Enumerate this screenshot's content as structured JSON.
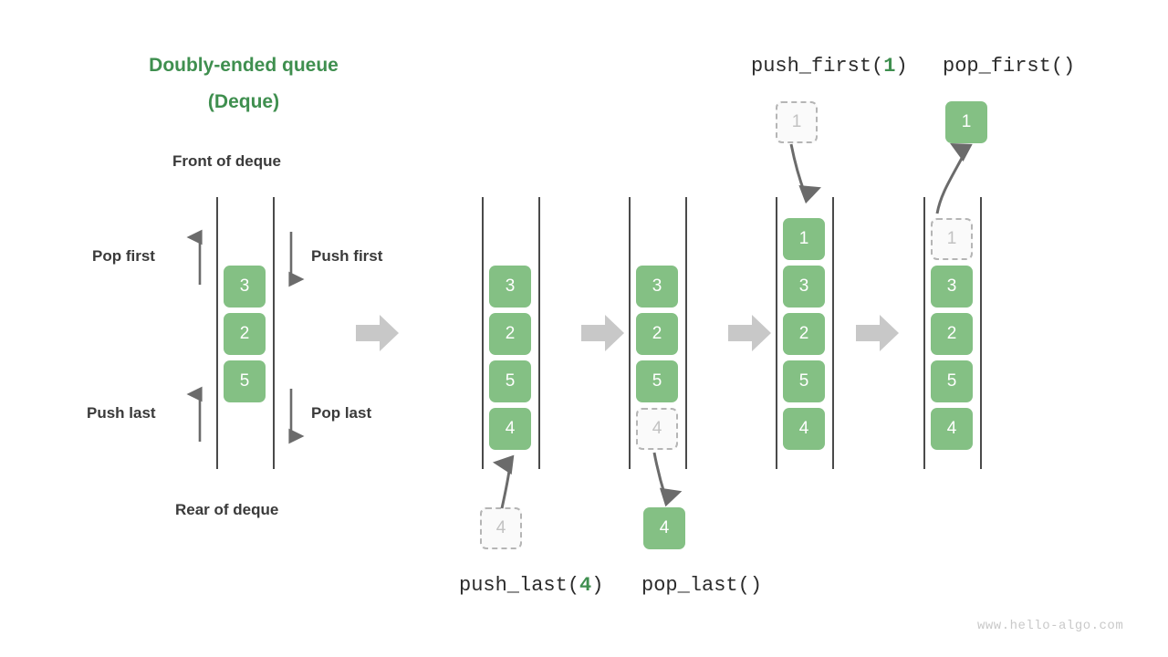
{
  "diagram": {
    "title_line1": "Doubly-ended queue",
    "title_line2": "(Deque)",
    "front_label": "Front of deque",
    "rear_label": "Rear of deque",
    "watermark": "www.hello-algo.com",
    "accent_green": "#84c084",
    "title_green": "#3f8f4f",
    "ghost_border": "#b5b5b5",
    "rail_color": "#4a4a4a",
    "block_arrow_color": "#c8c8c8",
    "thin_arrow_color": "#6b6b6b"
  },
  "side_labels": {
    "pop_first": "Pop first",
    "push_first": "Push first",
    "push_last": "Push last",
    "pop_last": "Pop last"
  },
  "operations": {
    "push_first": {
      "name": "push_first(",
      "arg": "1",
      "close": ")"
    },
    "pop_first": {
      "name": "pop_first()"
    },
    "push_last": {
      "name": "push_last(",
      "arg": "4",
      "close": ")"
    },
    "pop_last": {
      "name": "pop_last()"
    }
  },
  "panels": [
    {
      "id": "panel-initial",
      "cells": [
        "3",
        "2",
        "5"
      ],
      "ghost": null
    },
    {
      "id": "panel-push-last-before",
      "cells": [
        "3",
        "2",
        "5",
        "4"
      ],
      "incoming_ghost": "4"
    },
    {
      "id": "panel-pop-last",
      "cells": [
        "3",
        "2",
        "5"
      ],
      "ghost_bottom": "4",
      "outgoing_cell": "4"
    },
    {
      "id": "panel-push-first",
      "cells": [
        "1",
        "3",
        "2",
        "5",
        "4"
      ],
      "incoming_ghost": "1"
    },
    {
      "id": "panel-pop-first",
      "cells": [
        "3",
        "2",
        "5",
        "4"
      ],
      "ghost_top": "1",
      "outgoing_cell": "1"
    }
  ]
}
